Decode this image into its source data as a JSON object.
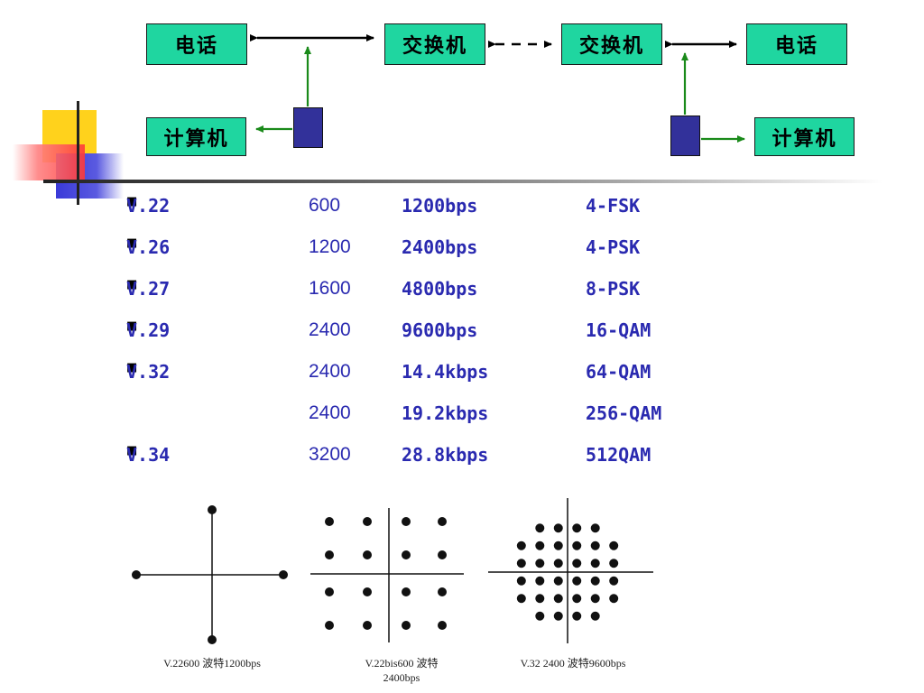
{
  "diagram": {
    "phone_left": "电话",
    "switch_left": "交换机",
    "switch_right": "交换机",
    "phone_right": "电话",
    "computer_left": "计算机",
    "computer_right": "计算机"
  },
  "standards": [
    {
      "name": "V.22",
      "baud": "600",
      "rate": "1200bps",
      "modulation": "4-FSK",
      "bullet": "■"
    },
    {
      "name": "V.26",
      "baud": "1200",
      "rate": "2400bps",
      "modulation": "4-PSK",
      "bullet": "■"
    },
    {
      "name": "V.27",
      "baud": "1600",
      "rate": "4800bps",
      "modulation": "8-PSK",
      "bullet": "■"
    },
    {
      "name": "V.29",
      "baud": "2400",
      "rate": "9600bps",
      "modulation": "16-QAM",
      "bullet": "■"
    },
    {
      "name": "V.32",
      "baud": "2400",
      "rate": "14.4kbps",
      "modulation": "64-QAM",
      "bullet": "■"
    },
    {
      "name": "",
      "baud": "2400",
      "rate": "19.2kbps",
      "modulation": "256-QAM",
      "bullet": ""
    },
    {
      "name": "V.34",
      "baud": "3200",
      "rate": "28.8kbps",
      "modulation": "512QAM",
      "bullet": "■"
    }
  ],
  "constellations": {
    "caption_1": "V.22600 波特1200bps",
    "caption_2_line1": "V.22bis600 波特",
    "caption_2_line2": "2400bps",
    "caption_3": "V.32 2400 波特9600bps"
  },
  "colors": {
    "box_fill": "#1fd6a0",
    "modem_fill": "#32319a",
    "arrow_green": "#1a8a1a",
    "text_blue": "#2a2ab0",
    "deco_yellow": "#ffd21c",
    "deco_red": "#ff3838",
    "deco_blue": "#3a3ad8"
  }
}
